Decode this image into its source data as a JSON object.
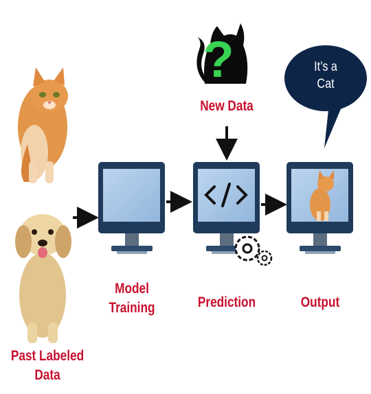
{
  "diagram": {
    "inputs": {
      "label": "Past Labeled Data",
      "label_lines": [
        "Past Labeled",
        "Data"
      ]
    },
    "steps": [
      {
        "label": "Model Training",
        "label_lines": [
          "Model",
          "Training"
        ]
      },
      {
        "label": "Prediction"
      },
      {
        "label": "Output"
      }
    ],
    "new_data": {
      "label": "New Data"
    },
    "speech_bubble": {
      "text": "It's a Cat",
      "lines": [
        "It’s a",
        "Cat"
      ]
    },
    "icons": [
      "kitten-photo",
      "puppy-photo",
      "black-cat-question-icon",
      "code-icon",
      "gear-icon",
      "monitor-icon",
      "arrow-icon"
    ],
    "colors": {
      "label": "#c8102e",
      "monitor_frame": "#1f3a5a",
      "screen": "#a7c6e6",
      "bubble": "#0d2547",
      "question": "#39d353"
    }
  }
}
